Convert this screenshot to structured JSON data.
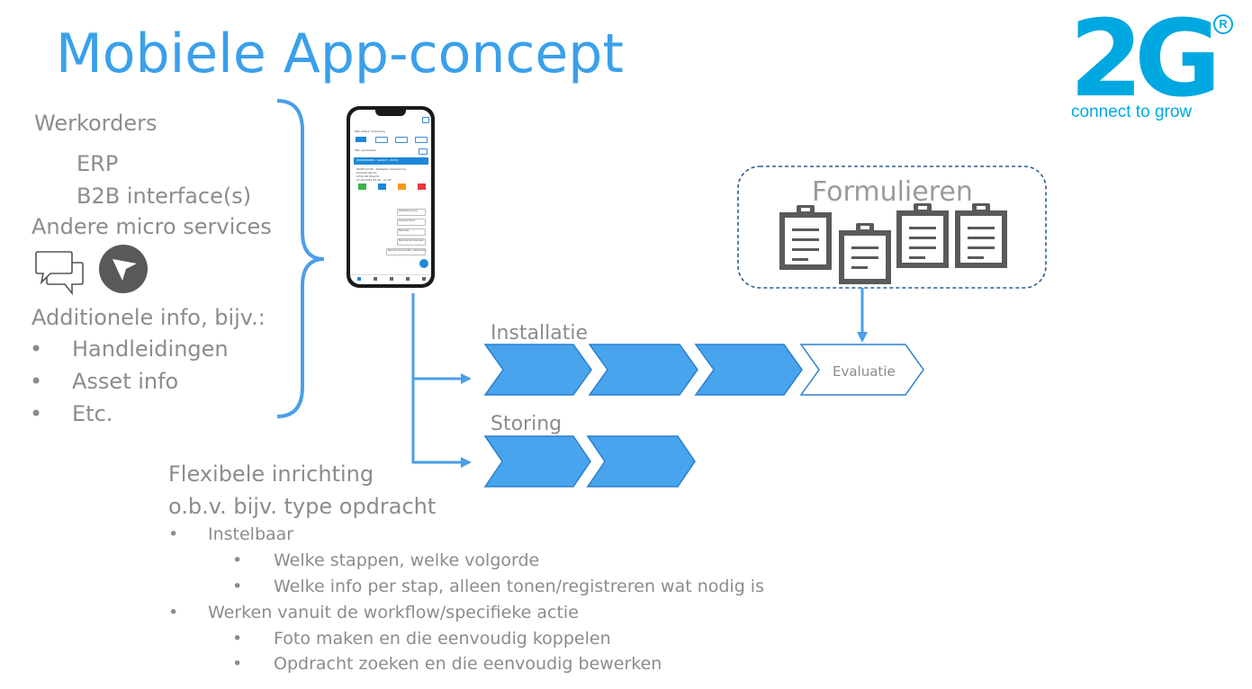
{
  "title": "Mobiele App-concept",
  "logo": {
    "mark": "2G",
    "registered": "R",
    "tagline": "connect to grow",
    "color": "#00a8e1"
  },
  "left_list": {
    "werkorders": "Werkorders",
    "erp": "ERP",
    "b2b": "B2B interface(s)",
    "micro_services": "Andere micro services",
    "icons": [
      "chat-icon",
      "navigation-icon"
    ],
    "additional_heading": "Additionele info, bijv.:",
    "bullets": [
      "Handleidingen",
      "Asset info",
      "Etc."
    ]
  },
  "formulieren": {
    "title": "Formulieren",
    "icon": "clipboard-icon",
    "count": 4
  },
  "processes": {
    "installatie": {
      "label": "Installatie",
      "steps": 3,
      "final_step": "Evaluatie"
    },
    "storing": {
      "label": "Storing",
      "steps": 2
    }
  },
  "bottom": {
    "heading1": "Flexibele inrichting",
    "heading2": "o.b.v. bijv. type opdracht",
    "items": [
      {
        "label": "Instelbaar",
        "sub": [
          "Welke stappen, welke volgorde",
          "Welke info per stap, alleen tonen/registreren wat nodig is"
        ]
      },
      {
        "label": "Werken vanuit de workflow/specifieke actie",
        "sub": [
          "Foto maken en die eenvoudig koppelen",
          "Opdracht zoeken en die eenvoudig bewerken"
        ]
      }
    ]
  },
  "phone_screen": {
    "status": "Mijn status: Onderweg",
    "section": "Mijn opdrachten",
    "order_header": "WORKORDER - Gestart - 09:30",
    "order_lines": [
      "WO0012345 - Opstellen Verwarming",
      "Dorpsstraat 12",
      "1234 AB Utrecht",
      "07-09-2021 09:30 - 11:00"
    ],
    "side_items": [
      "Werkbeschrijving",
      "Voorraad Voorz",
      "Materiaal",
      "Bijkomende materialen",
      "Reguliere Sluipmaatsc. Opdrachten"
    ]
  },
  "colors": {
    "title": "#3aa0ea",
    "chevron": "#48a4ec",
    "chevron_stroke": "#2b7fce",
    "arrow": "#4a9fe8",
    "text_grey": "#8c8c8c",
    "dashed_border": "#2c5d8e",
    "clipboard": "#5a5a5a"
  }
}
